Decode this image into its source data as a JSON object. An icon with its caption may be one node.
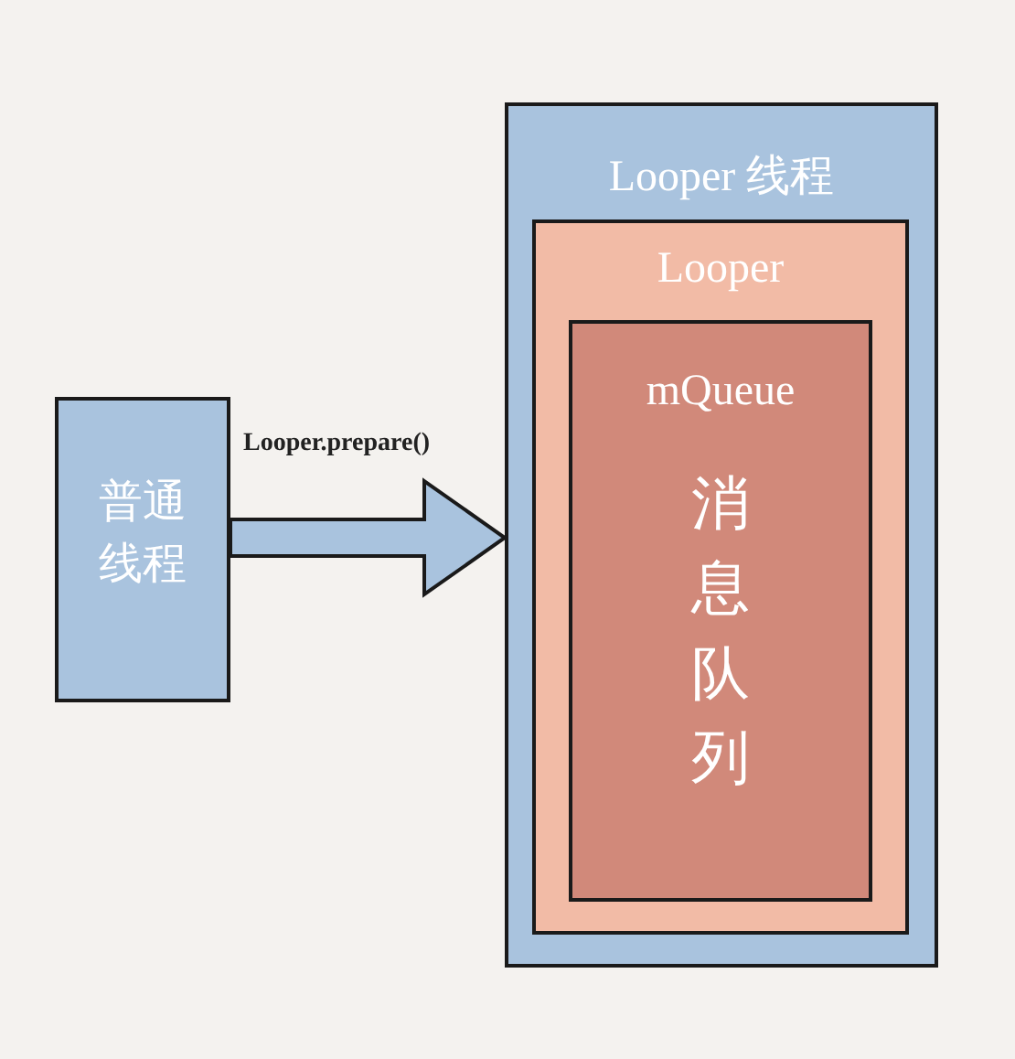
{
  "diagram": {
    "nodes": [
      {
        "text": [
          "普通线程"
        ]
      },
      {
        "text": [
          "Looper 线程"
        ]
      },
      {
        "text": [
          "Looper"
        ],
        "in": 1
      },
      {
        "text": [
          "mQueue",
          "消息队列"
        ],
        "in": 2
      }
    ],
    "edges": [
      {
        "from": 0,
        "to": 1,
        "arrow": "to",
        "label": "Looper.prepare()"
      }
    ]
  }
}
